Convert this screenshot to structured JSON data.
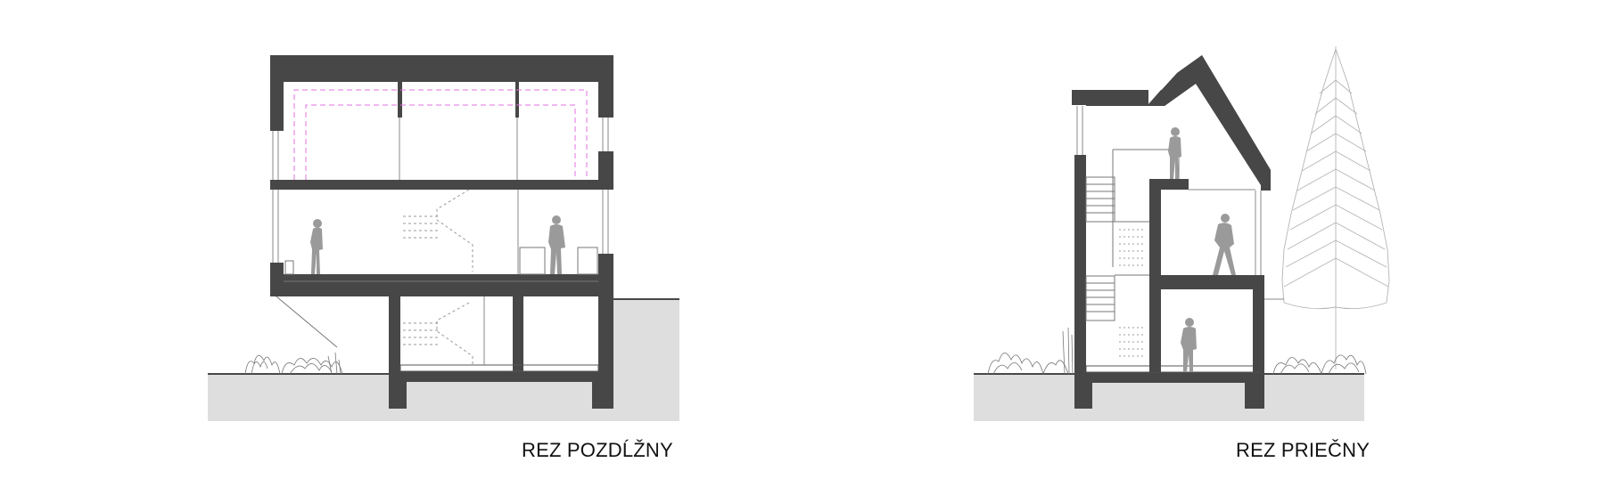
{
  "drawings": [
    {
      "id": "longitudinal",
      "caption": "REZ POZDĹŽNY"
    },
    {
      "id": "cross",
      "caption": "REZ PRIEČNY"
    }
  ],
  "colors": {
    "wall": "#474747",
    "ground": "#dedede",
    "line": "#111111",
    "thin": "#8a8a8a",
    "person": "#9a9a9a",
    "dashed_magenta": "#e070e0",
    "tree": "#b5b5b5"
  }
}
